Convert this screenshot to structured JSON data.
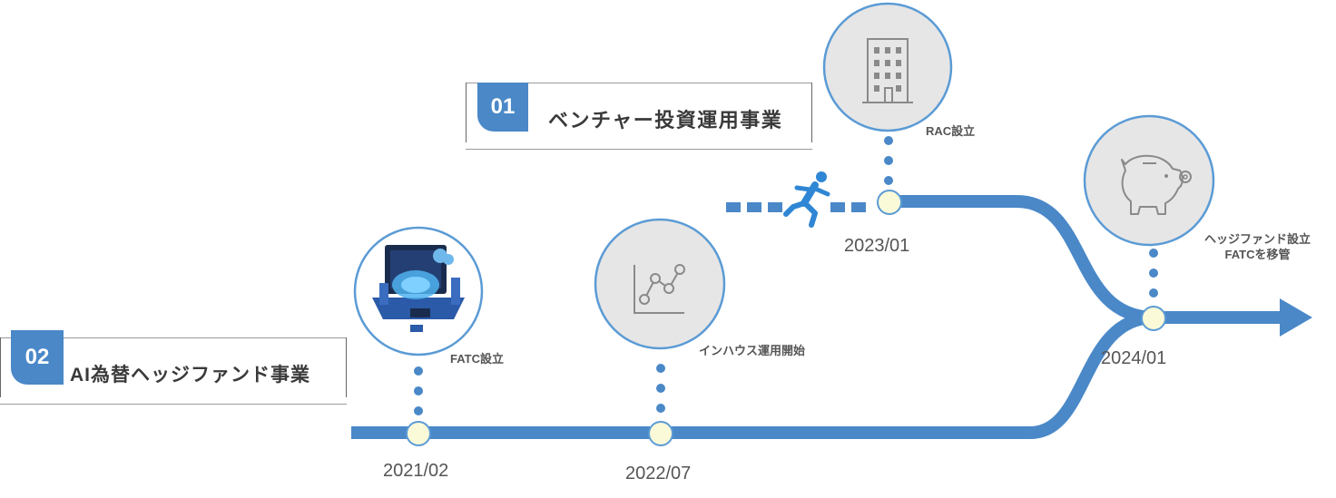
{
  "boxes": {
    "venture": {
      "number": "01",
      "title": "ベンチャー投資運用事業"
    },
    "fx": {
      "number": "02",
      "title": "AI為替ヘッジファンド事業"
    }
  },
  "events": [
    {
      "date": "2021/02",
      "label": "FATC設立",
      "icon": "ai-brain-illustration-icon"
    },
    {
      "date": "2022/07",
      "label": "インハウス運用開始",
      "icon": "line-chart-icon"
    },
    {
      "date": "2023/01",
      "label": "RAC設立",
      "icon": "office-building-icon"
    },
    {
      "date": "2024/01",
      "label_line1": "ヘッジファンド設立",
      "label_line2": "FATCを移管",
      "icon": "piggy-bank-icon"
    }
  ],
  "colors": {
    "timeline": "#4a88c8",
    "node_fill": "#fafad8",
    "icon_circle_fill": "#e6e6e6",
    "icon_circle_stroke": "#5b9bd5",
    "dots": "#4a88c8",
    "runner": "#2f86d4"
  }
}
